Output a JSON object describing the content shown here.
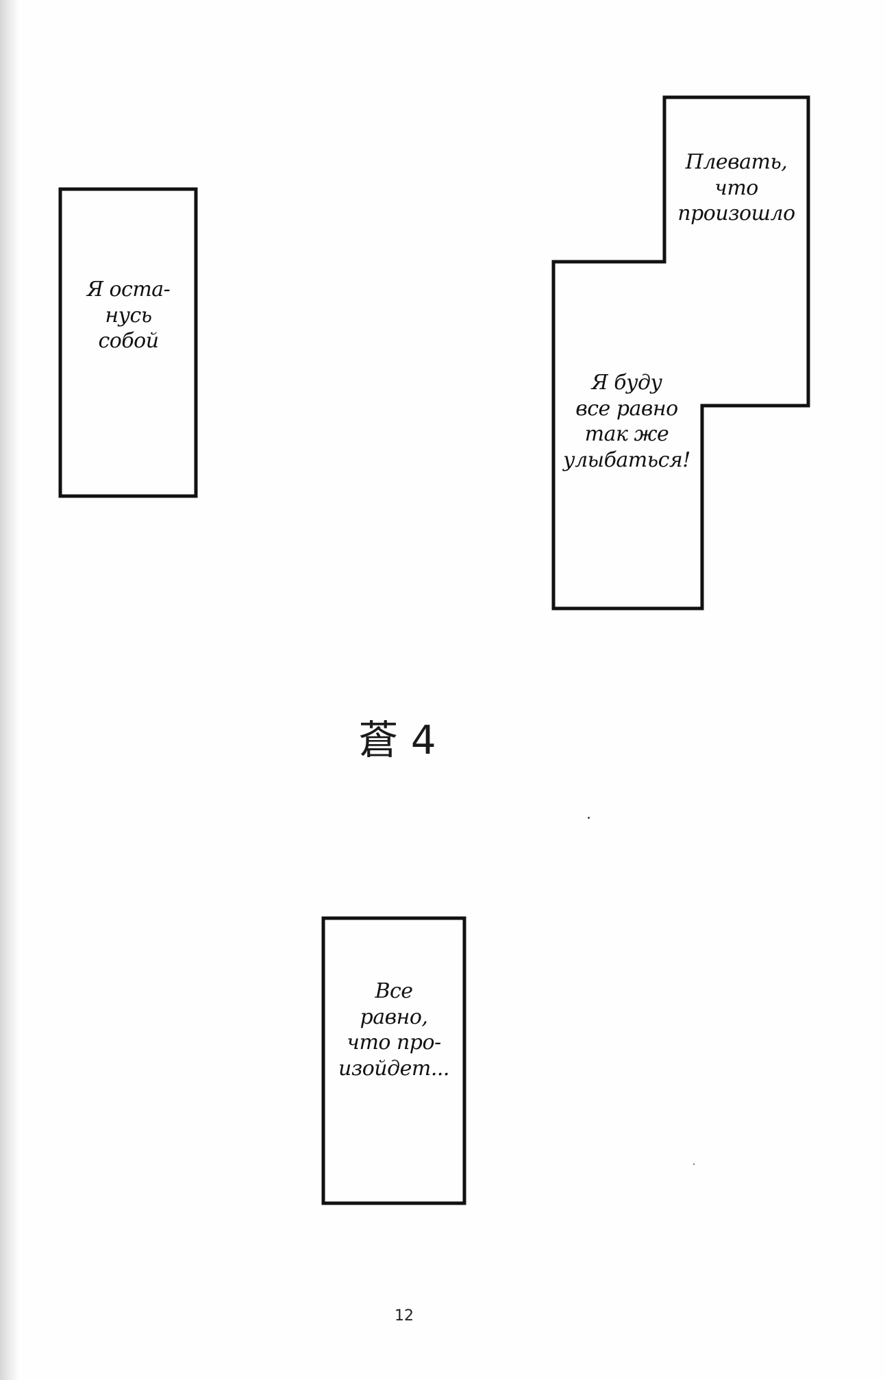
{
  "captions": {
    "left_box": "Я оста-\nнусь\nсобой",
    "right_upper": "Плевать,\nчто\nпроизошло",
    "right_lower": "Я буду\nвсе равно\nтак же\nулыбаться!",
    "bottom_box": "Все\nравно,\nчто про-\nизойдет..."
  },
  "chapter_title": "蒼 4",
  "page_number": "12"
}
